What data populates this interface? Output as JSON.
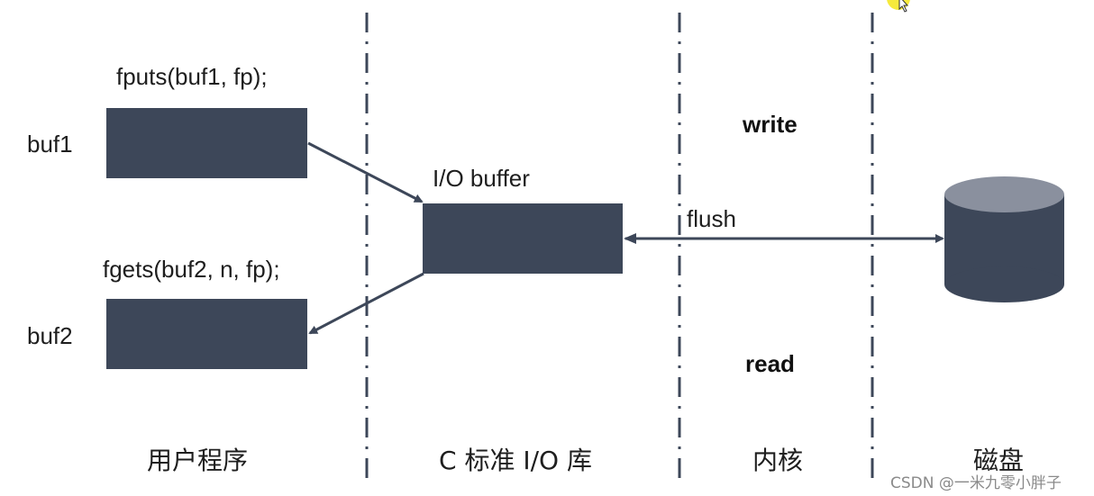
{
  "colors": {
    "box": "#3d4759",
    "divider": "#3d4759",
    "disk_top": "#8a909e",
    "disk_body": "#3d4759",
    "cursor_highlight": "#f5e61a"
  },
  "user_program": {
    "fputs_call": "fputs(buf1, fp);",
    "fgets_call": "fgets(buf2, n, fp);",
    "buf1_label": "buf1",
    "buf2_label": "buf2"
  },
  "c_stdio": {
    "buffer_label": "I/O buffer"
  },
  "kernel": {
    "write_label": "write",
    "flush_label": "flush",
    "read_label": "read"
  },
  "columns": [
    {
      "label": "用户程序"
    },
    {
      "label": "C 标准 I/O 库"
    },
    {
      "label": "内核"
    },
    {
      "label": "磁盘"
    }
  ],
  "watermark": "CSDN @一米九零小胖子",
  "icons": {
    "disk": "cylinder-disk-icon",
    "cursor": "mouse-pointer-icon"
  }
}
